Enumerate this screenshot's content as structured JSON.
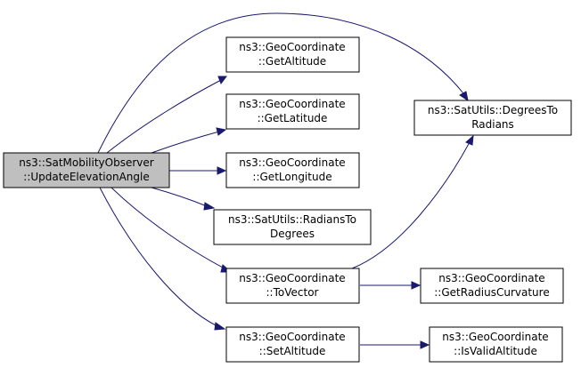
{
  "graph": {
    "nodes": {
      "root": {
        "line1": "ns3::SatMobilityObserver",
        "line2": "::UpdateElevationAngle"
      },
      "getalt": {
        "line1": "ns3::GeoCoordinate",
        "line2": "::GetAltitude"
      },
      "getlat": {
        "line1": "ns3::GeoCoordinate",
        "line2": "::GetLatitude"
      },
      "getlon": {
        "line1": "ns3::GeoCoordinate",
        "line2": "::GetLongitude"
      },
      "rad2deg": {
        "line1": "ns3::SatUtils::RadiansTo",
        "line2": "Degrees"
      },
      "tovec": {
        "line1": "ns3::GeoCoordinate",
        "line2": "::ToVector"
      },
      "setalt": {
        "line1": "ns3::GeoCoordinate",
        "line2": "::SetAltitude"
      },
      "deg2rad": {
        "line1": "ns3::SatUtils::DegreesTo",
        "line2": "Radians"
      },
      "radcurv": {
        "line1": "ns3::GeoCoordinate",
        "line2": "::GetRadiusCurvature"
      },
      "validalt": {
        "line1": "ns3::GeoCoordinate",
        "line2": "::IsValidAltitude"
      }
    },
    "edges": [
      {
        "from": "root",
        "to": "deg2rad"
      },
      {
        "from": "root",
        "to": "getalt"
      },
      {
        "from": "root",
        "to": "getlat"
      },
      {
        "from": "root",
        "to": "getlon"
      },
      {
        "from": "root",
        "to": "rad2deg"
      },
      {
        "from": "root",
        "to": "tovec"
      },
      {
        "from": "root",
        "to": "setalt"
      },
      {
        "from": "tovec",
        "to": "deg2rad"
      },
      {
        "from": "tovec",
        "to": "radcurv"
      },
      {
        "from": "setalt",
        "to": "validalt"
      }
    ],
    "colors": {
      "edge": "#191970",
      "root_fill": "#bfbfbf",
      "node_fill": "#ffffff",
      "border": "#000000"
    }
  }
}
